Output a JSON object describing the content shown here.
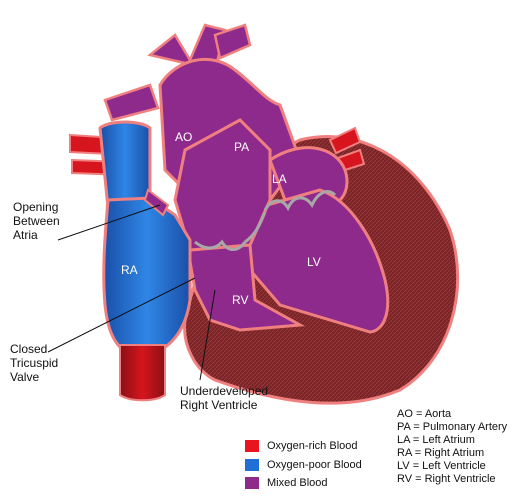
{
  "labels": {
    "ao": "AO",
    "pa": "PA",
    "la": "LA",
    "ra": "RA",
    "lv": "LV",
    "rv": "RV"
  },
  "callouts": {
    "opening_between_atria": "Opening\nBetween\nAtria",
    "closed_tricuspid_valve": "Closed\nTricuspid\nValve",
    "underdeveloped_rv": "Underdeveloped\nRight Ventricle"
  },
  "abbreviations": [
    "AO = Aorta",
    "PA = Pulmonary Artery",
    "LA = Left Atrium",
    "RA = Right Atrium",
    "LV = Left Ventricle",
    "RV = Right Ventricle"
  ],
  "legend": [
    {
      "label": "Oxygen-rich Blood",
      "color": "#e8141e"
    },
    {
      "label": "Oxygen-poor Blood",
      "color": "#1f6fd6"
    },
    {
      "label": "Mixed Blood",
      "color": "#8e2a8c"
    }
  ],
  "colors": {
    "outline": "#f08080",
    "muscle": "#7a2428",
    "mixed": "#8e2a8c",
    "oxygen_poor": "#1f6fd6",
    "oxygen_rich": "#d6151e"
  }
}
